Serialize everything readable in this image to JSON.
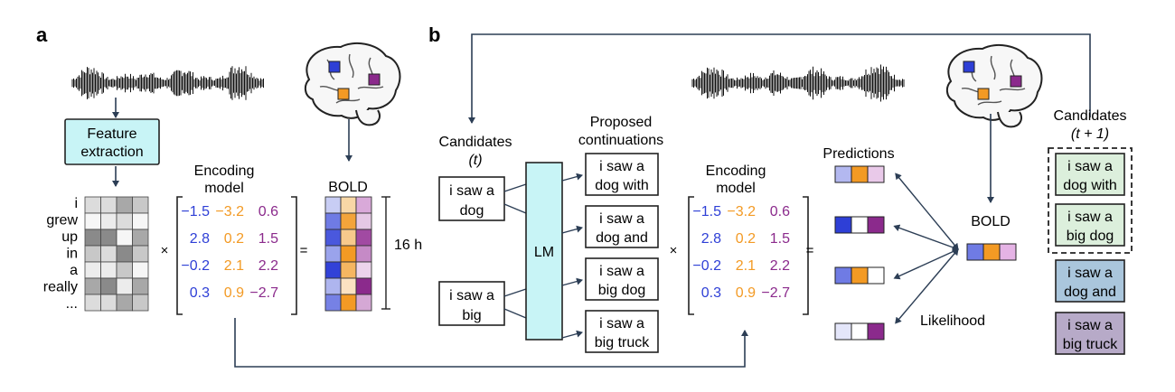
{
  "panel_a": {
    "letter": "a",
    "feature_box": [
      "Feature",
      "extraction"
    ],
    "words": [
      "i",
      "grew",
      "up",
      "in",
      "a",
      "really",
      "..."
    ],
    "times_symbol": "×",
    "equals_symbol": "=",
    "encoding_title": [
      "Encoding",
      "model"
    ],
    "matrix": [
      [
        "−1.5",
        "−3.2",
        "0.6"
      ],
      [
        "2.8",
        "0.2",
        "1.5"
      ],
      [
        "−0.2",
        "2.1",
        "2.2"
      ],
      [
        "0.3",
        "0.9",
        "−2.7"
      ]
    ],
    "bold_label": "BOLD",
    "duration_label": "16 h"
  },
  "panel_b": {
    "letter": "b",
    "candidates_title": [
      "Candidates",
      "(t)"
    ],
    "candidates": [
      [
        "i saw a",
        "dog"
      ],
      [
        "i saw a",
        "big"
      ]
    ],
    "lm_label": "LM",
    "proposed_title": [
      "Proposed",
      "continuations"
    ],
    "continuations": [
      [
        "i saw a",
        "dog with"
      ],
      [
        "i saw a",
        "dog and"
      ],
      [
        "i saw a",
        "big dog"
      ],
      [
        "i saw a",
        "big truck"
      ]
    ],
    "times_symbol": "×",
    "equals_symbol": "=",
    "encoding_title": [
      "Encoding",
      "model"
    ],
    "matrix": [
      [
        "−1.5",
        "−3.2",
        "0.6"
      ],
      [
        "2.8",
        "0.2",
        "1.5"
      ],
      [
        "−0.2",
        "2.1",
        "2.2"
      ],
      [
        "0.3",
        "0.9",
        "−2.7"
      ]
    ],
    "predictions_label": "Predictions",
    "bold_label": "BOLD",
    "likelihood_label": "Likelihood",
    "next_title": [
      "Candidates",
      "(t + 1)"
    ],
    "next_candidates": [
      {
        "text": [
          "i saw a",
          "dog with"
        ],
        "kept": true
      },
      {
        "text": [
          "i saw a",
          "big dog"
        ],
        "kept": true
      },
      {
        "text": [
          "i saw a",
          "dog and"
        ],
        "kept": false
      },
      {
        "text": [
          "i saw a",
          "big truck"
        ],
        "kept": false
      }
    ]
  },
  "colors": {
    "blue": "#2e3fd6",
    "orange": "#f39a24",
    "purple": "#8b2a8c",
    "feature_box": "#c8f4f6",
    "lm_box": "#c8f4f6",
    "kept_box": "#dcefdc",
    "dropped_1": "#aac6dc",
    "dropped_2": "#b7aac8",
    "arrow": "#2c3e55"
  }
}
